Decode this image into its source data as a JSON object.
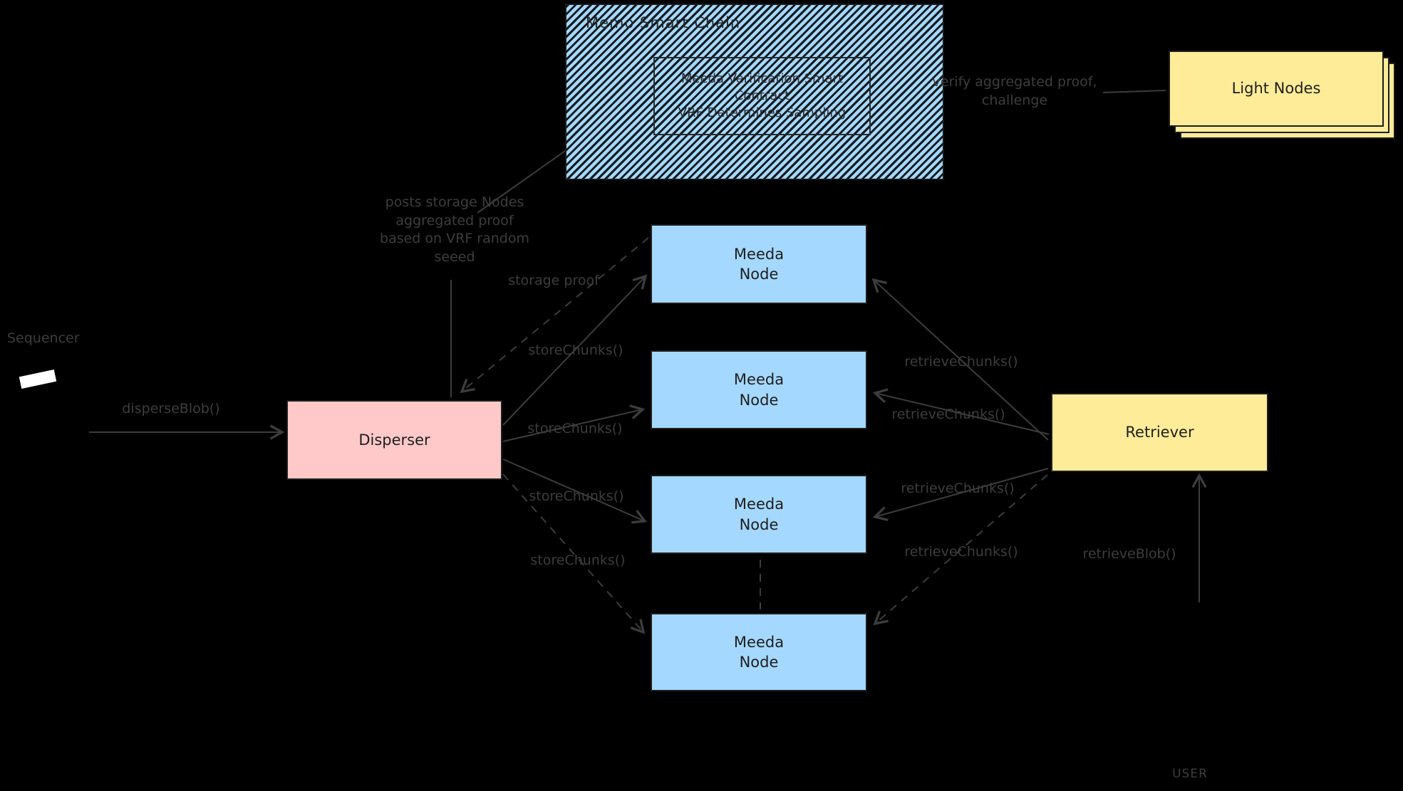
{
  "diagram": {
    "chain_frame": {
      "title": "Memo Smart Chain",
      "contract_label": "Meeda Verification Smart\nContract\nVRF Determines Sampling"
    },
    "light_nodes": {
      "label": "Light Nodes"
    },
    "disperser": {
      "label": "Disperser"
    },
    "retriever": {
      "label": "Retriever"
    },
    "sequencer": {
      "label": "Sequencer"
    },
    "user": {
      "label": "USER"
    },
    "meeda_nodes": [
      {
        "label": "Meeda\nNode"
      },
      {
        "label": "Meeda\nNode"
      },
      {
        "label": "Meeda\nNode"
      },
      {
        "label": "Meeda\nNode"
      }
    ],
    "edge_labels": {
      "disperse_blob": "disperseBlob()",
      "store_chunks_1": "storeChunks()",
      "store_chunks_2": "storeChunks()",
      "store_chunks_3": "storeChunks()",
      "store_chunks_4": "storeChunks()",
      "retrieve_chunks_1": "retrieveChunks()",
      "retrieve_chunks_2": "retrieveChunks()",
      "retrieve_chunks_3": "retrieveChunks()",
      "retrieve_chunks_4": "retrieveChunks()",
      "storage_proof": "storage proof",
      "posts_proof": "posts storage Nodes\naggregated proof\nbased on VRF random\nseeed",
      "verify_proof": "verify aggregated proof,\nchallenge",
      "retrieve_blob": "retrieveBlob()"
    },
    "colors": {
      "background": "#000000",
      "node_blue": "#a5d8ff",
      "disperser_pink": "#ffc9c9",
      "yellow": "#ffec99",
      "stroke": "#1e1e1e",
      "connector": "#3d3d3d"
    }
  }
}
